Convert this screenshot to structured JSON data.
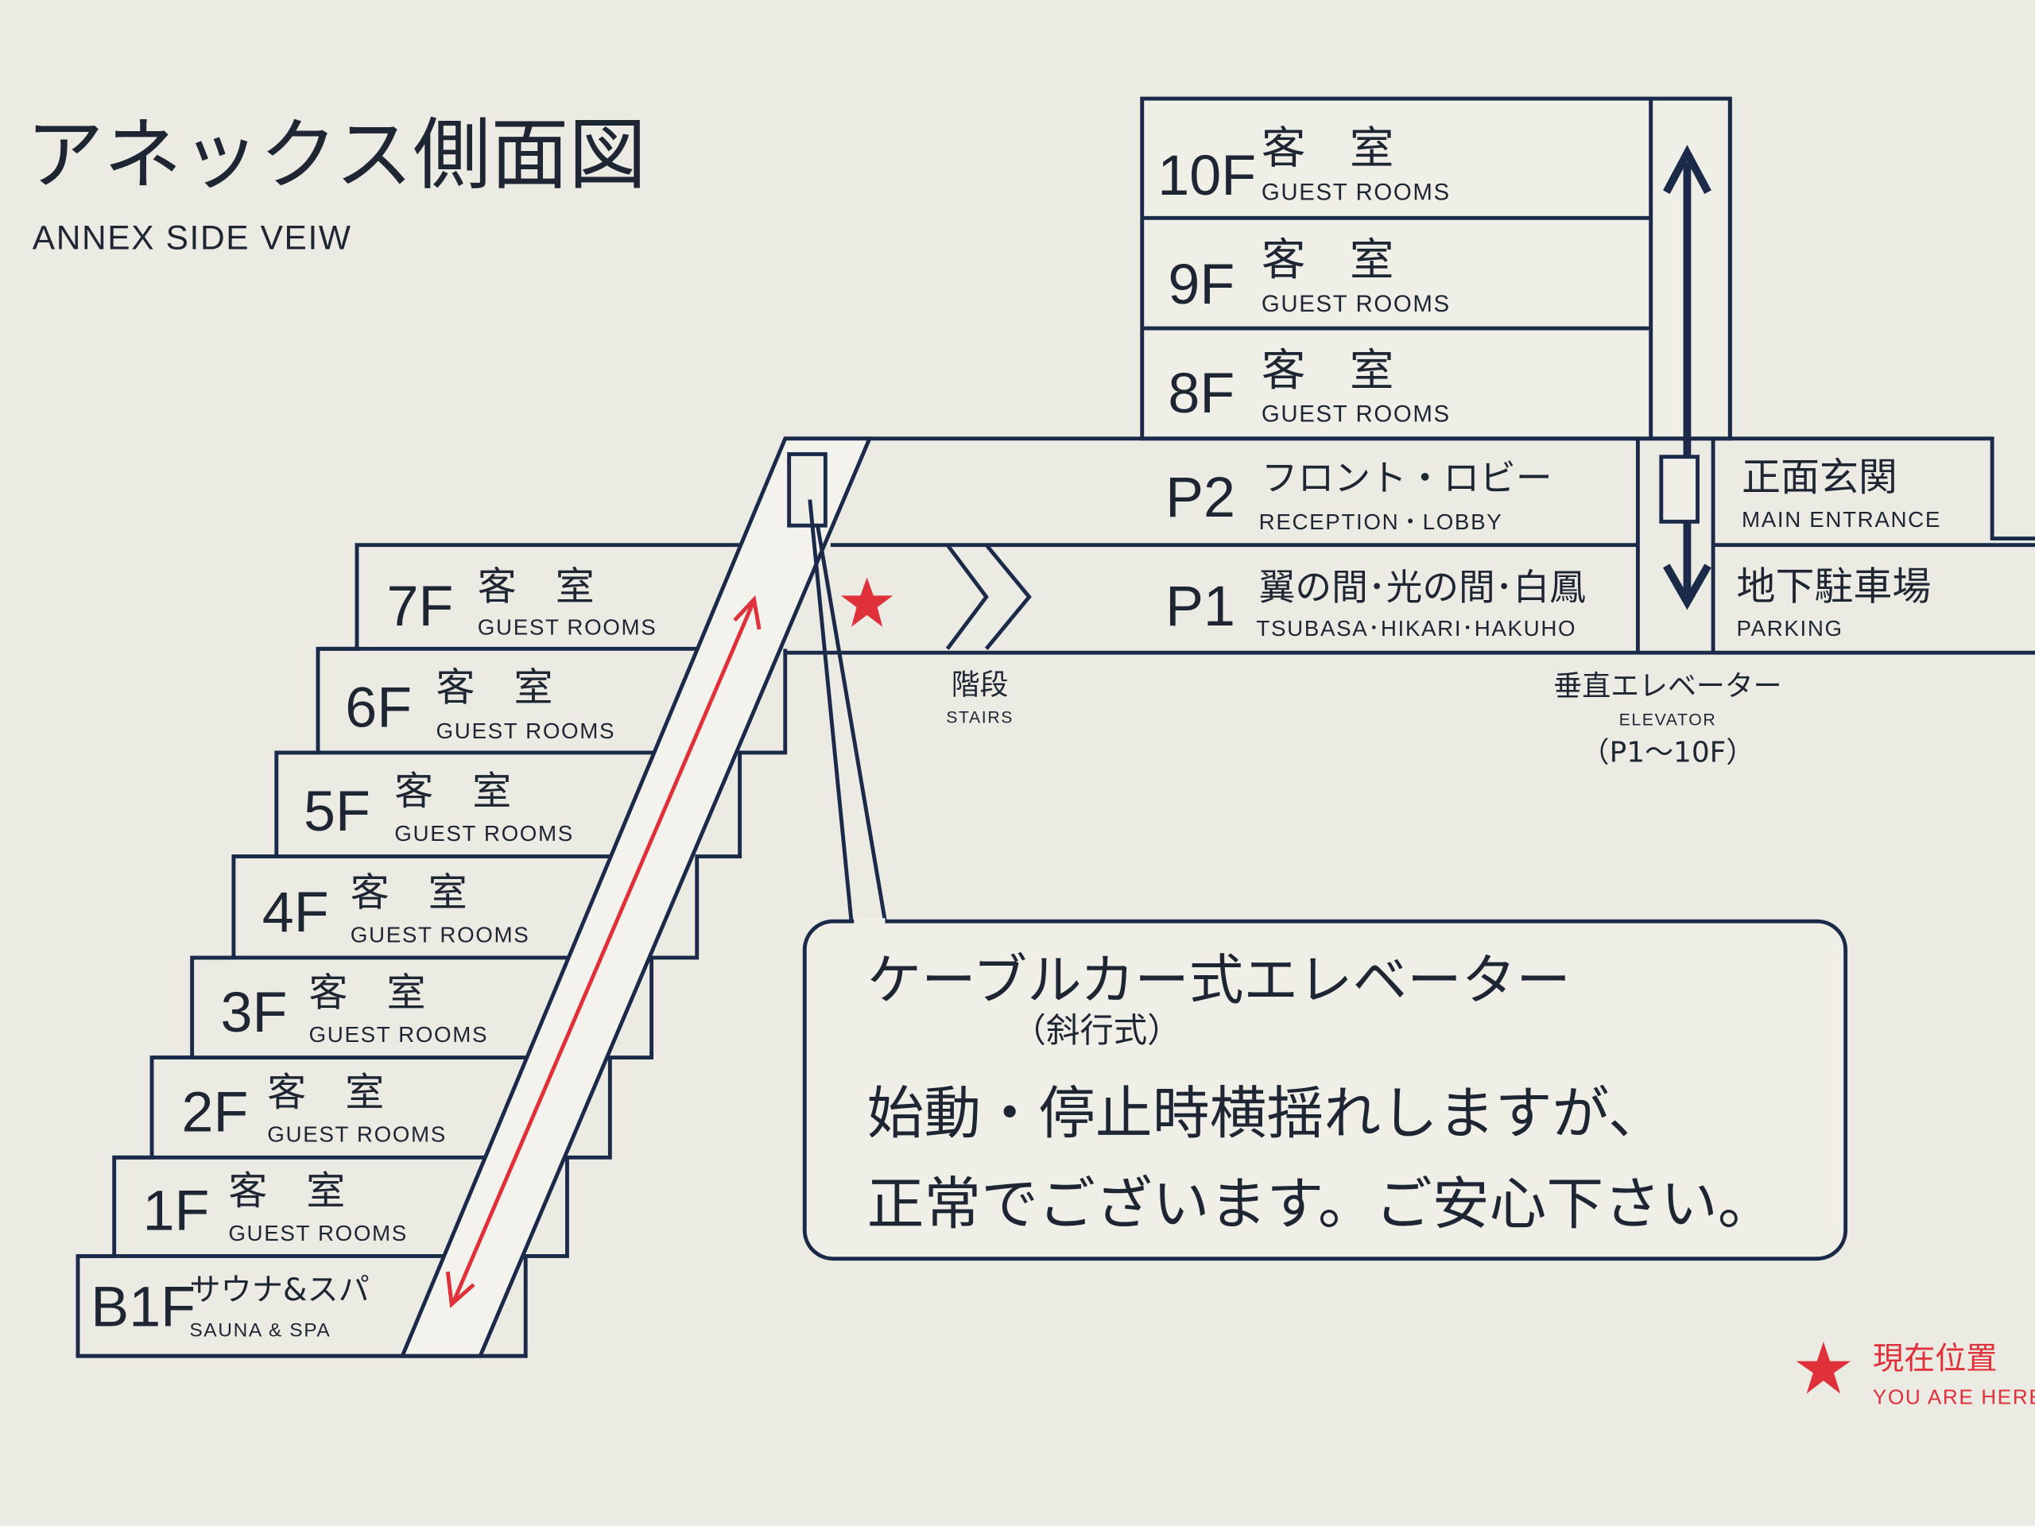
{
  "title": {
    "jp": "アネックス側面図",
    "en": "ANNEX  SIDE VEIW"
  },
  "tower_floors": [
    {
      "floor": "10F",
      "jp": "客　室",
      "en": "GUEST  ROOMS"
    },
    {
      "floor": "9F",
      "jp": "客　室",
      "en": "GUEST  ROOMS"
    },
    {
      "floor": "8F",
      "jp": "客　室",
      "en": "GUEST  ROOMS"
    }
  ],
  "lobby_floors": [
    {
      "floor": "P2",
      "jp": "フロント・ロビー",
      "en": "RECEPTION・LOBBY"
    },
    {
      "floor": "P1",
      "jp": "翼の間･光の間･白鳳",
      "en": "TSUBASA･HIKARI･HAKUHO"
    }
  ],
  "side_rooms": [
    {
      "jp": "正面玄関",
      "en": "MAIN  ENTRANCE"
    },
    {
      "jp": "地下駐車場",
      "en": "PARKING"
    }
  ],
  "stair_floors": [
    {
      "floor": "7F",
      "jp": "客　室",
      "en": "GUEST  ROOMS"
    },
    {
      "floor": "6F",
      "jp": "客　室",
      "en": "GUEST  ROOMS"
    },
    {
      "floor": "5F",
      "jp": "客　室",
      "en": "GUEST  ROOMS"
    },
    {
      "floor": "4F",
      "jp": "客　室",
      "en": "GUEST  ROOMS"
    },
    {
      "floor": "3F",
      "jp": "客　室",
      "en": "GUEST  ROOMS"
    },
    {
      "floor": "2F",
      "jp": "客　室",
      "en": "GUEST  ROOMS"
    },
    {
      "floor": "1F",
      "jp": "客　室",
      "en": "GUEST  ROOMS"
    },
    {
      "floor": "B1F",
      "jp": "サウナ&スパ",
      "en": "SAUNA & SPA"
    }
  ],
  "stairs": {
    "jp": "階段",
    "en": "STAIRS"
  },
  "elevator": {
    "jp": "垂直エレベーター",
    "en": "ELEVATOR",
    "range": "（P1～10F）"
  },
  "callout": {
    "title": "ケーブルカー式エレベーター",
    "subtitle": "（斜行式）",
    "line1": "始動・停止時横揺れしますが、",
    "line2": "正常でございます。ご安心下さい。"
  },
  "legend": {
    "jp": "現在位置",
    "en": "YOU  ARE  HERE",
    "icon": "star-icon"
  },
  "colors": {
    "navy": "#1c2a4a",
    "red": "#e0303a",
    "background": "#ecebe3"
  }
}
